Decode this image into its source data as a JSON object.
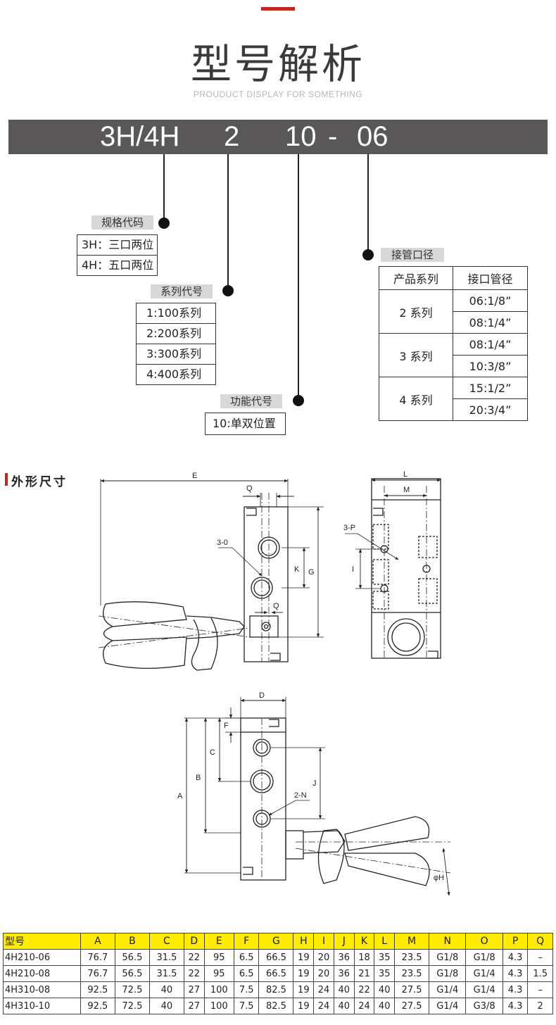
{
  "header": {
    "title": "型号解析",
    "subtitle": "PROUDUCT DISPLAY FOR SOMETHING"
  },
  "model_code": {
    "parts": [
      "3H/4H",
      "2",
      "10",
      "-",
      "06"
    ]
  },
  "spec_code": {
    "label": "规格代码",
    "items": [
      "3H：三口两位",
      "4H：五口两位"
    ]
  },
  "series_code": {
    "label": "系列代号",
    "items": [
      "1:100系列",
      "2:200系列",
      "3:300系列",
      "4:400系列"
    ]
  },
  "function_code": {
    "label": "功能代号",
    "items": [
      "10:单双位置"
    ]
  },
  "port_size": {
    "label": "接管口径",
    "headers": [
      "产品系列",
      "接口管径"
    ],
    "groups": [
      {
        "series": "2 系列",
        "sizes": [
          "06:1/8”",
          "08:1/4”"
        ]
      },
      {
        "series": "3 系列",
        "sizes": [
          "08:1/4”",
          "10:3/8”"
        ]
      },
      {
        "series": "4 系列",
        "sizes": [
          "15:1/2”",
          "20:3/4”"
        ]
      }
    ]
  },
  "section": {
    "title": "外形尺寸"
  },
  "drawing": {
    "labels": {
      "E": "E",
      "Q": "Q",
      "Q2": "Q",
      "O": "3-0",
      "K": "K",
      "G": "G",
      "L": "L",
      "M": "M",
      "P": "3-P",
      "I": "I",
      "D": "D",
      "F": "F",
      "C": "C",
      "B": "B",
      "A": "A",
      "J": "J",
      "N": "2-N",
      "H": "φH"
    }
  },
  "dimensions_table": {
    "headers": [
      "型号",
      "A",
      "B",
      "C",
      "D",
      "E",
      "F",
      "G",
      "H",
      "I",
      "J",
      "K",
      "L",
      "M",
      "N",
      "O",
      "P",
      "Q"
    ],
    "rows": [
      [
        "4H210-06",
        "76.7",
        "56.5",
        "31.5",
        "22",
        "95",
        "6.5",
        "66.5",
        "19",
        "20",
        "36",
        "18",
        "35",
        "23.5",
        "G1/8",
        "G1/8",
        "4.3",
        "–"
      ],
      [
        "4H210-08",
        "76.7",
        "56.5",
        "31.5",
        "22",
        "95",
        "6.5",
        "66.5",
        "19",
        "20",
        "36",
        "21",
        "35",
        "23.5",
        "G1/8",
        "G1/4",
        "4.3",
        "1.5"
      ],
      [
        "4H310-08",
        "92.5",
        "72.5",
        "40",
        "27",
        "100",
        "7.5",
        "82.5",
        "19",
        "24",
        "40",
        "22",
        "40",
        "27.5",
        "G1/4",
        "G1/4",
        "4.3",
        "–"
      ],
      [
        "4H310-10",
        "92.5",
        "72.5",
        "40",
        "27",
        "100",
        "7.5",
        "82.5",
        "19",
        "24",
        "40",
        "24",
        "40",
        "27.5",
        "G1/4",
        "G3/8",
        "4.3",
        "2"
      ]
    ]
  }
}
